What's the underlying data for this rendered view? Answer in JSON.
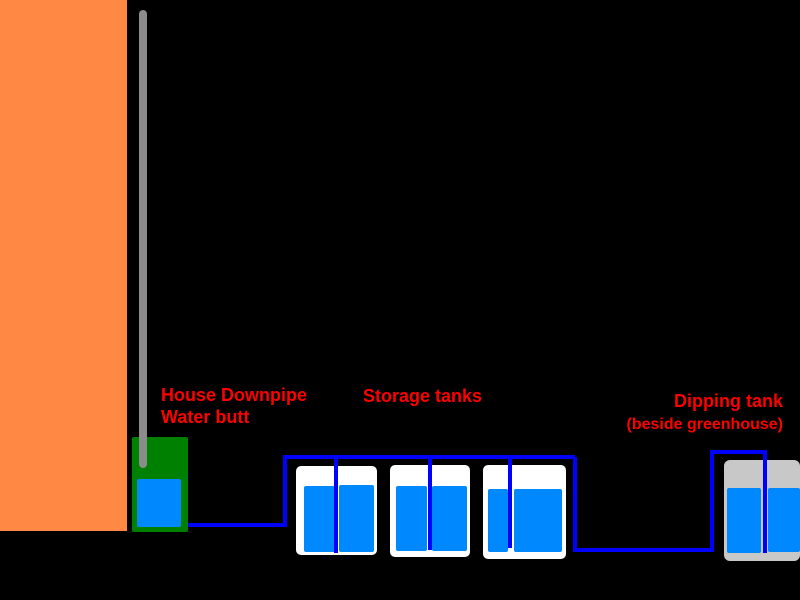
{
  "labels": {
    "house_downpipe": "House Downpipe",
    "water_butt": "Water butt",
    "storage_tanks": "Storage tanks",
    "dipping_tank": "Dipping tank",
    "dipping_tank_note": "(beside greenhouse)"
  },
  "colors": {
    "background": "#000000",
    "house_wall": "#ff8844",
    "downpipe": "#8c8c8c",
    "water_butt": "#008000",
    "storage_tank": "#ffffff",
    "dipping_tank": "#c8c8c8",
    "water": "#0088ff",
    "pipe": "#0000ff",
    "label_text": "#ff0000"
  }
}
